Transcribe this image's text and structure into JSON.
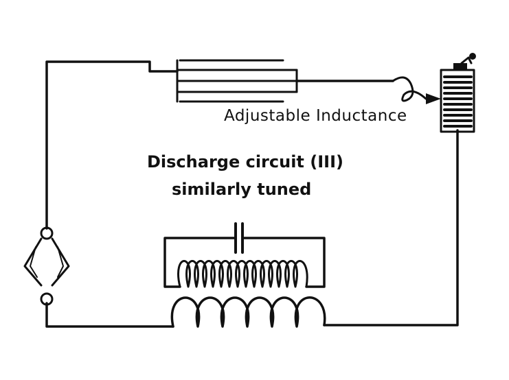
{
  "labels": {
    "adjustable_inductance": "Adjustable Inductance",
    "discharge_circuit_line1": "Discharge circuit (III)",
    "discharge_circuit_line2": "similarly tuned"
  },
  "colors": {
    "wire": "#111111",
    "background": "#ffffff"
  }
}
